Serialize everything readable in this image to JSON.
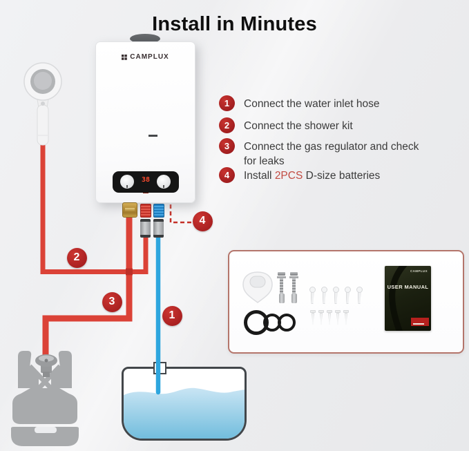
{
  "title": "Install in Minutes",
  "steps": [
    {
      "num": "1",
      "text": "Connect the water inlet hose"
    },
    {
      "num": "2",
      "text": "Connect the shower kit"
    },
    {
      "num": "3",
      "text": "Connect the gas regulator and check for leaks"
    },
    {
      "num": "4",
      "pre": "Install ",
      "highlight": "2PCS",
      "post": " D-size batteries"
    }
  ],
  "diagram": {
    "callouts": [
      "1",
      "2",
      "3",
      "4"
    ],
    "heater": {
      "brand": "CAMPLUX",
      "display": "38"
    },
    "colors": {
      "hose_red": "#db4237",
      "hose_blue": "#2ea6de",
      "callout_red": "#b7201f",
      "highlight_red": "#c24b42",
      "kit_border": "#b4756b",
      "water_top": "#c9e5f4",
      "water_bottom": "#72bddd",
      "tank_gray": "#a8aaac"
    }
  },
  "kit": {
    "manual_title": "USER MANUAL",
    "manual_brand": "CAMPLUX"
  }
}
